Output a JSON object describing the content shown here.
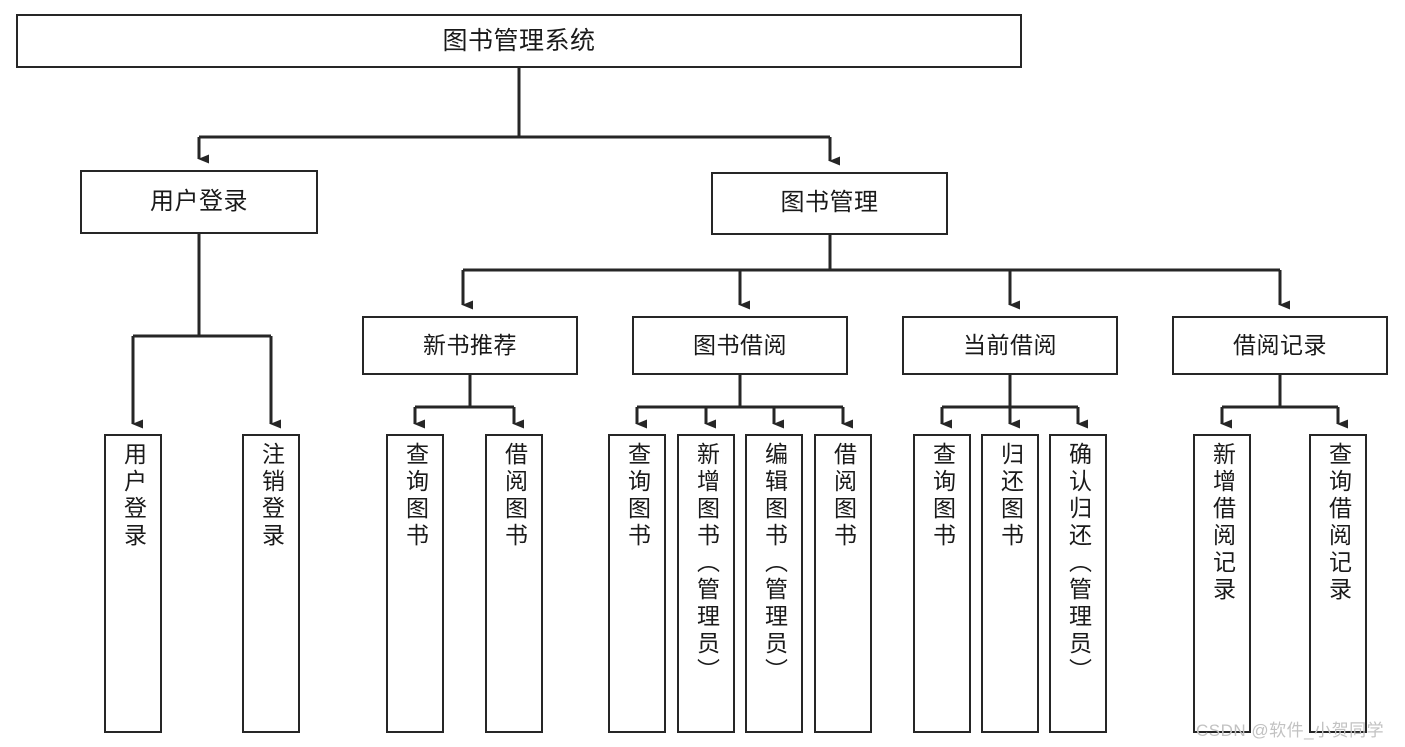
{
  "diagram": {
    "title": "图书管理系统",
    "type": "functional-structure-tree",
    "background_color": "#ffffff",
    "box_border_color": "#262626",
    "text_color": "#1a1a1a",
    "connector_color": "#262626"
  },
  "nodes": {
    "root": {
      "label": "图书管理系统"
    },
    "level2": [
      {
        "id": "user-login",
        "label": "用户登录"
      },
      {
        "id": "book-manage",
        "label": "图书管理"
      }
    ],
    "level3": [
      {
        "id": "new-book-recommend",
        "label": "新书推荐"
      },
      {
        "id": "book-borrow",
        "label": "图书借阅"
      },
      {
        "id": "current-borrow",
        "label": "当前借阅"
      },
      {
        "id": "borrow-record",
        "label": "借阅记录"
      }
    ],
    "leaves": {
      "user-login": [
        {
          "id": "leaf-user-login",
          "label": "用户登录"
        },
        {
          "id": "leaf-user-logout",
          "label": "注销登录"
        }
      ],
      "new-book-recommend": [
        {
          "id": "leaf-query-book-1",
          "label": "查询图书"
        },
        {
          "id": "leaf-borrow-book-1",
          "label": "借阅图书"
        }
      ],
      "book-borrow": [
        {
          "id": "leaf-query-book-2",
          "label": "查询图书"
        },
        {
          "id": "leaf-add-book",
          "label": "新增图书（管理员）"
        },
        {
          "id": "leaf-edit-book",
          "label": "编辑图书（管理员）"
        },
        {
          "id": "leaf-borrow-book-2",
          "label": "借阅图书"
        }
      ],
      "current-borrow": [
        {
          "id": "leaf-query-book-3",
          "label": "查询图书"
        },
        {
          "id": "leaf-return-book",
          "label": "归还图书"
        },
        {
          "id": "leaf-confirm-return",
          "label": "确认归还（管理员）"
        }
      ],
      "borrow-record": [
        {
          "id": "leaf-add-record",
          "label": "新增借阅记录"
        },
        {
          "id": "leaf-query-record",
          "label": "查询借阅记录"
        }
      ]
    }
  },
  "watermark": {
    "text": "CSDN @软件_小贺同学",
    "color": "#c2c2c2"
  }
}
